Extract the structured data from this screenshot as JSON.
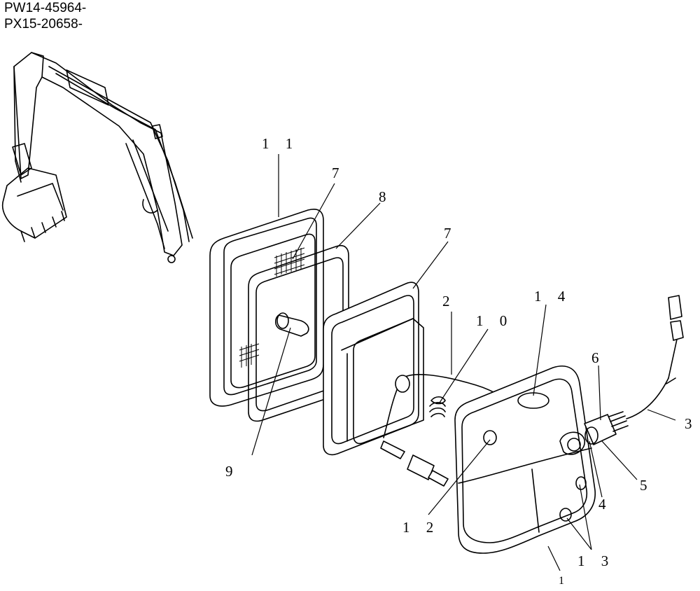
{
  "serial_ranges": [
    "PW14-45964-",
    "PX15-20658-"
  ],
  "callouts": {
    "c11": "1 1",
    "c7a": "7",
    "c8": "8",
    "c7b": "7",
    "c2": "2",
    "c10": "1 0",
    "c14": "1 4",
    "c6": "6",
    "c3": "3",
    "c5": "5",
    "c4": "4",
    "c9": "9",
    "c12": "1 2",
    "c13": "1 3",
    "c1": "1"
  }
}
